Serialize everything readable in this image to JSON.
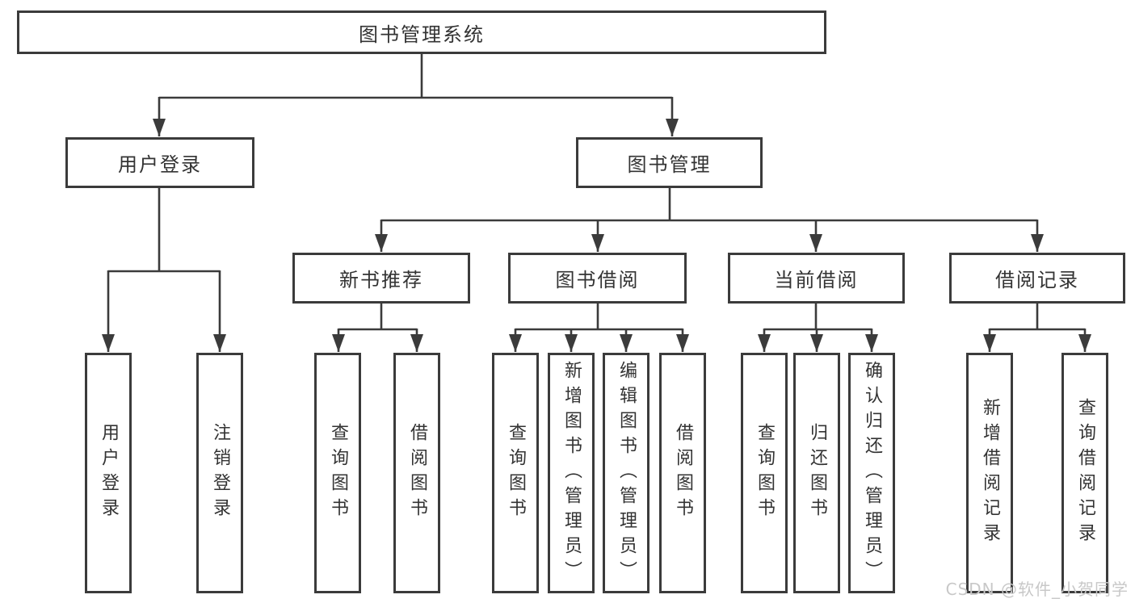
{
  "diagram_type": "hierarchy-tree",
  "tree": {
    "label": "图书管理系统",
    "children": [
      {
        "label": "用户登录",
        "children": [
          {
            "label": "用户登录"
          },
          {
            "label": "注销登录"
          }
        ]
      },
      {
        "label": "图书管理",
        "children": [
          {
            "label": "新书推荐",
            "children": [
              {
                "label": "查询图书"
              },
              {
                "label": "借阅图书"
              }
            ]
          },
          {
            "label": "图书借阅",
            "children": [
              {
                "label": "查询图书"
              },
              {
                "label": "新增图书（管理员）"
              },
              {
                "label": "编辑图书（管理员）"
              },
              {
                "label": "借阅图书"
              }
            ]
          },
          {
            "label": "当前借阅",
            "children": [
              {
                "label": "查询图书"
              },
              {
                "label": "归还图书"
              },
              {
                "label": "确认归还（管理员）"
              }
            ]
          },
          {
            "label": "借阅记录",
            "children": [
              {
                "label": "新增借阅记录"
              },
              {
                "label": "查询借阅记录"
              }
            ]
          }
        ]
      }
    ]
  },
  "watermark": {
    "text": "CSDN @软件_小贺同学"
  },
  "colors": {
    "line": "#3b3b3b",
    "text": "#333333",
    "box_background": "#ffffff",
    "page_background": "#ffffff",
    "watermark": "#c8c8c8"
  }
}
